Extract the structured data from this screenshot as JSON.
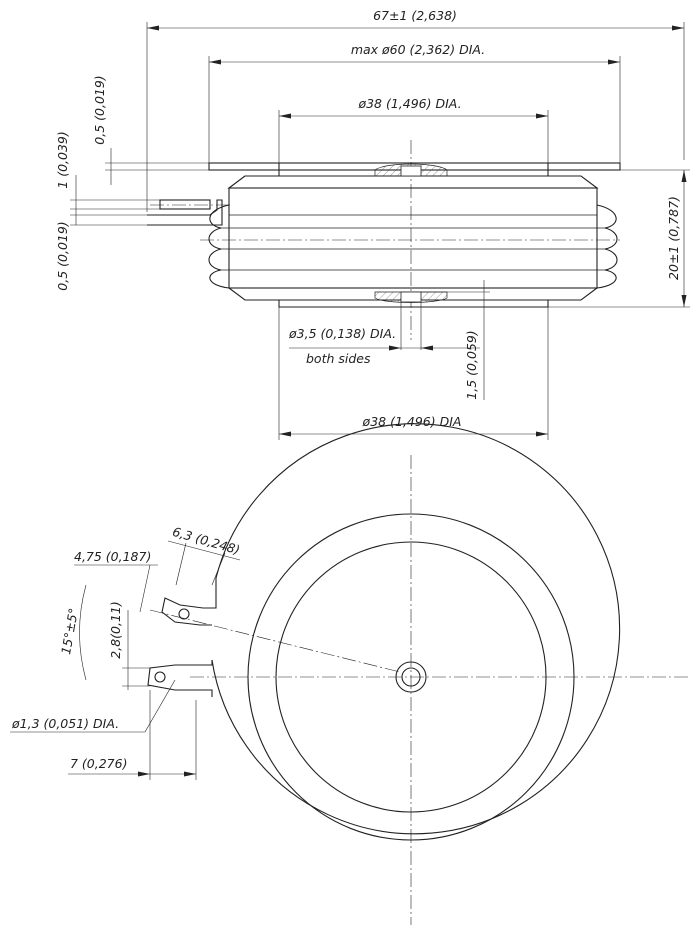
{
  "dimensions": {
    "overall_width": "67±1 (2,638)",
    "max_diameter": "max ø60 (2,362) DIA.",
    "pole_dia_top": "ø38 (1,496) DIA.",
    "pole_dia_bottom": "ø38 (1,496) DIA",
    "flange_thickness_top": "0,5 (0,019)",
    "flange_thickness_bottom": "0,5 (0,019)",
    "gate_thickness": "1 (0,039)",
    "height": "20±1 (0,787)",
    "centering_hole": "ø3,5 (0,138) DIA.",
    "centering_hole_note": "both sides",
    "hole_depth": "1,5 (0,059)",
    "gate_lead_width": "6,3 (0,248)",
    "gate_offset": "4,75 (0,187)",
    "gate_spacing": "2,8(0,11)",
    "gate_angle": "15°±5°",
    "gate_hole": "ø1,3 (0,051) DIA.",
    "gate_length": "7 (0,276)"
  }
}
